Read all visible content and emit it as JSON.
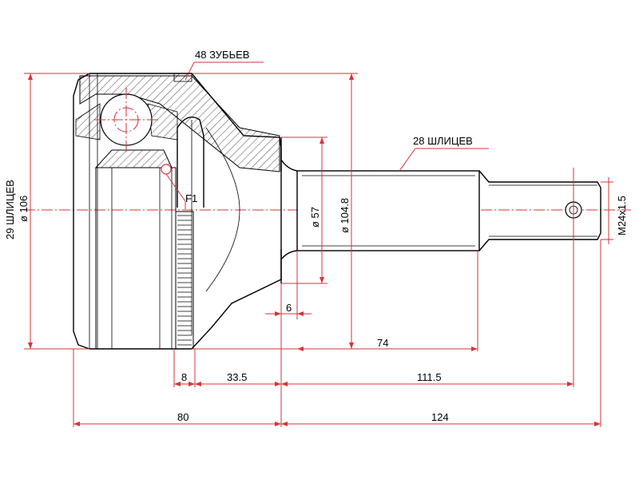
{
  "labels": {
    "teeth": "48 ЗУБЬЕВ",
    "outer_splines": "28 ШЛИЦЕВ",
    "inner_splines": "29 ШЛИЦЕВ",
    "fit_mark": "F1",
    "thread": "M24x1.5"
  },
  "dimensions": {
    "d_housing": "ø 106",
    "d_flange": "ø 104.8",
    "d_neck": "ø 57",
    "w_ring": "8",
    "w_flange_to_step": "33.5",
    "w_step": "6",
    "len_spline": "74",
    "len_shaft": "111.5",
    "len_body": "80",
    "len_total": "124"
  },
  "colors": {
    "dimension_lines": "#d8323a",
    "outline": "#000000",
    "background": "#ffffff"
  }
}
